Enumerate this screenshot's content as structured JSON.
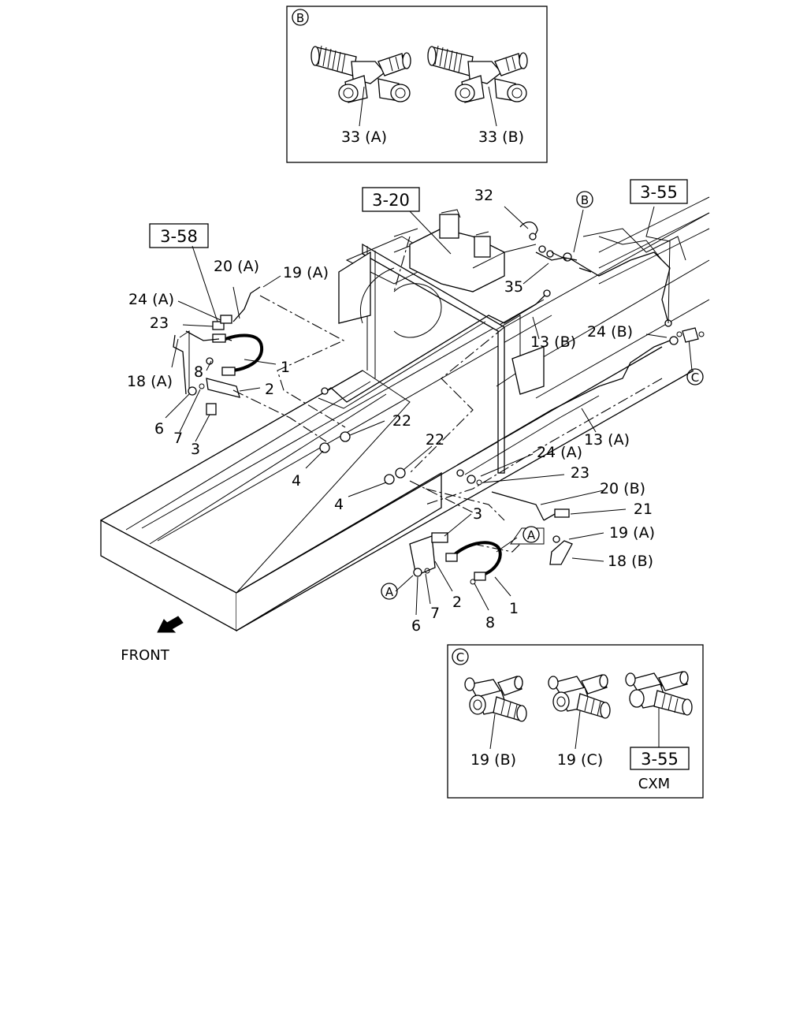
{
  "inset_b": {
    "marker": "B",
    "parts": [
      "33 (A)",
      "33 (B)"
    ]
  },
  "inset_c": {
    "marker": "C",
    "parts": [
      "19 (B)",
      "19 (C)"
    ],
    "ref": "3-55",
    "note": "CXM"
  },
  "refs": {
    "r320": "3-20",
    "r355": "3-55",
    "r358": "3-58"
  },
  "markers": {
    "b": "B",
    "c": "C",
    "a1": "A",
    "a2": "A"
  },
  "labels": {
    "l32": "32",
    "l35": "35",
    "l13b": "13 (B)",
    "l24b": "24 (B)",
    "l13a": "13 (A)",
    "l24a_r": "24 (A)",
    "l23_r": "23",
    "l20b": "20 (B)",
    "l21": "21",
    "l19a_r": "19 (A)",
    "l18b": "18 (B)",
    "l20a": "20 (A)",
    "l19a_l": "19 (A)",
    "l24a_l": "24 (A)",
    "l23_l": "23",
    "l18a": "18 (A)",
    "l1_l": "1",
    "l8_l": "8",
    "l2_l": "2",
    "l6_l": "6",
    "l7_l": "7",
    "l3_l": "3",
    "l22_a": "22",
    "l22_b": "22",
    "l4_a": "4",
    "l4_b": "4",
    "l3_r": "3",
    "l2_r": "2",
    "l7_r": "7",
    "l6_r": "6",
    "l8_r": "8",
    "l1_r": "1"
  },
  "front_label": "FRONT"
}
